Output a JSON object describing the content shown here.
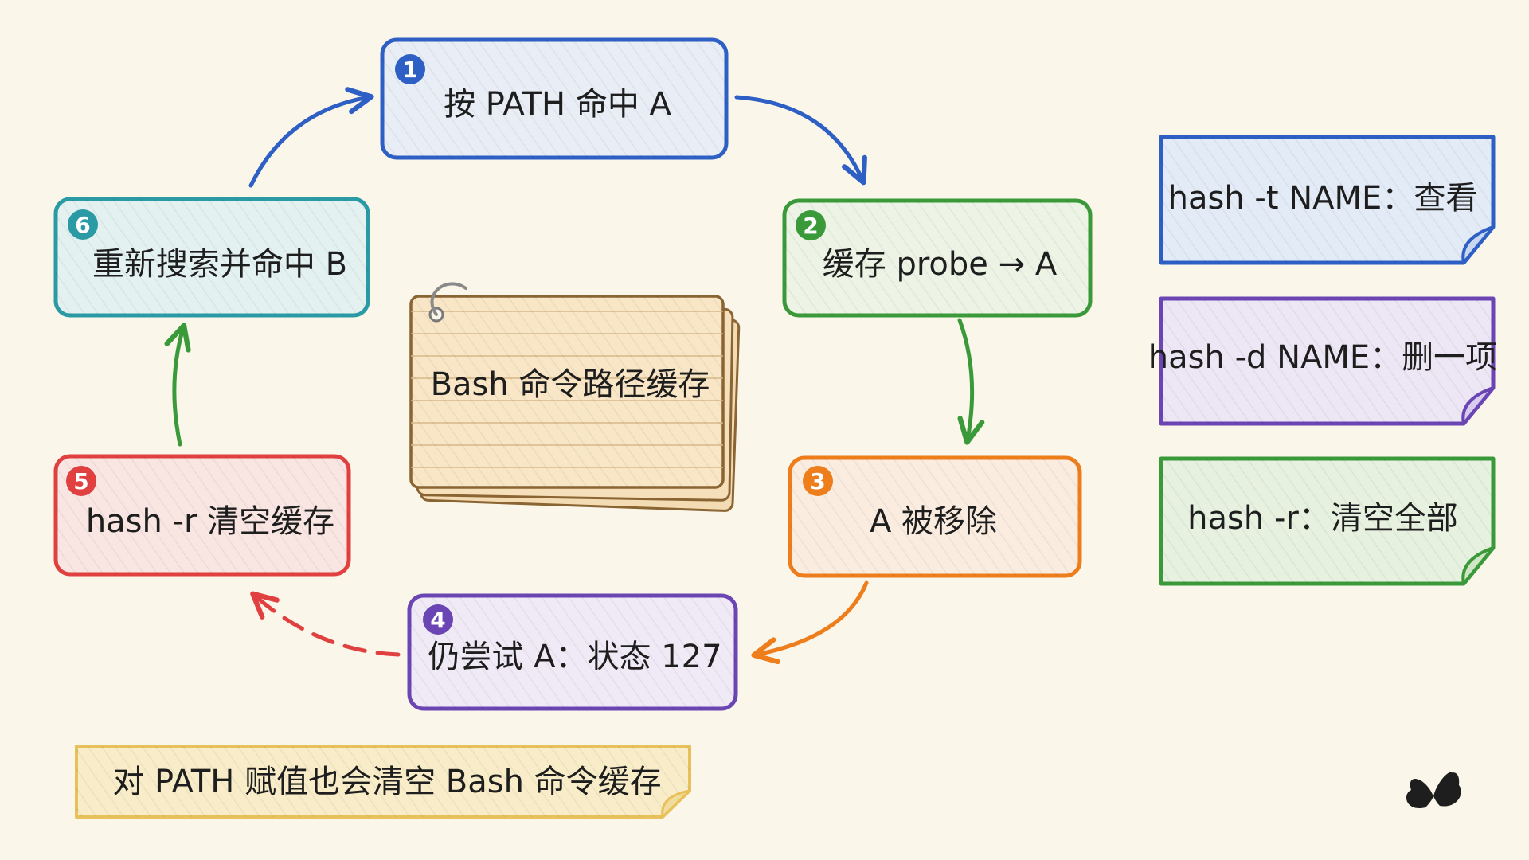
{
  "colors": {
    "background": "#fbf6ea",
    "blue": "#2d5fc4",
    "green": "#3a9a3a",
    "orange": "#ee7d1c",
    "purple": "#6a45b3",
    "red": "#e0403f",
    "teal": "#2a9aa4",
    "yellow": "#e8c15a",
    "card": "#a87a3c"
  },
  "cycle": {
    "steps": [
      {
        "number": "1",
        "label": "按 PATH 命中 A"
      },
      {
        "number": "2",
        "label": "缓存 probe → A"
      },
      {
        "number": "3",
        "label": "A 被移除"
      },
      {
        "number": "4",
        "label": "仍尝试 A：状态 127"
      },
      {
        "number": "5",
        "label": "hash -r 清空缓存"
      },
      {
        "number": "6",
        "label": "重新搜索并命中 B"
      }
    ]
  },
  "center_card": {
    "label": "Bash 命令路径缓存"
  },
  "notes": [
    {
      "label": "hash -t NAME：查看",
      "color": "blue"
    },
    {
      "label": "hash -d NAME：删一项",
      "color": "purple"
    },
    {
      "label": "hash -r：清空全部",
      "color": "green"
    }
  ],
  "footer_note": {
    "label": "对 PATH 赋值也会清空 Bash 命令缓存"
  },
  "icons": {
    "brand": "butterfly-icon"
  }
}
